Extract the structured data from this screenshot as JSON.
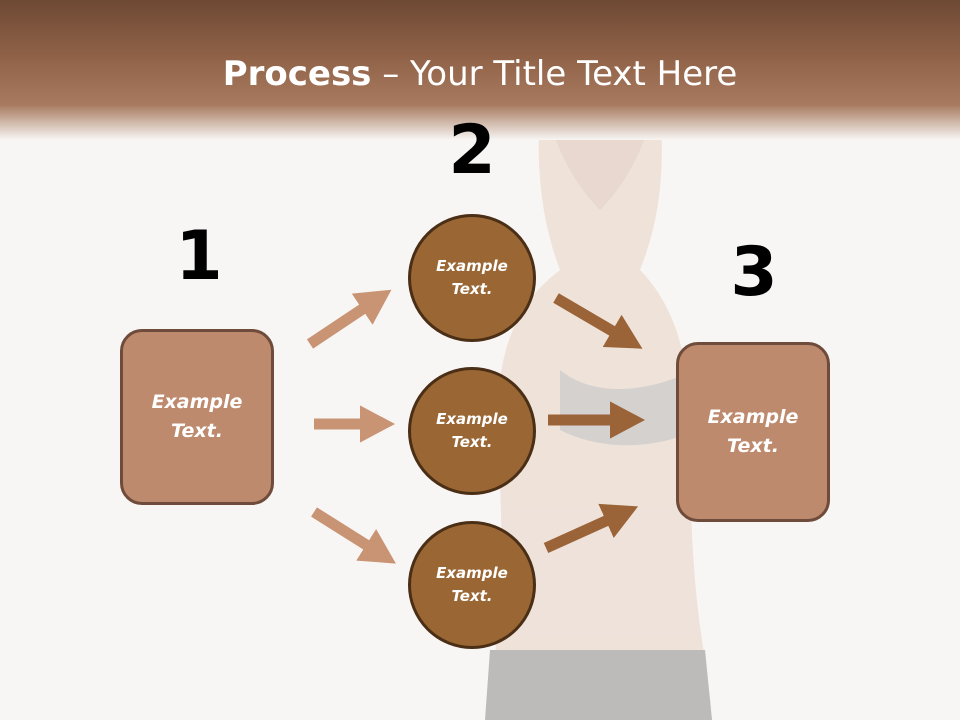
{
  "title": {
    "bold": "Process",
    "rest": " – Your Title Text Here"
  },
  "steps": [
    {
      "number": "1",
      "text": [
        "Example",
        "Text."
      ]
    },
    {
      "number": "2",
      "items": [
        {
          "text": [
            "Example",
            "Text."
          ]
        },
        {
          "text": [
            "Example",
            "Text."
          ]
        },
        {
          "text": [
            "Example",
            "Text."
          ]
        }
      ]
    },
    {
      "number": "3",
      "text": [
        "Example",
        "Text."
      ]
    }
  ],
  "colors": {
    "header": "#93654a",
    "box_fill": "#be8a6e",
    "box_border": "#6e4b3a",
    "circle_fill": "#9a6734",
    "circle_border": "#4a2e16",
    "arrow_light": "#c89474",
    "arrow_dark": "#9a6438"
  }
}
